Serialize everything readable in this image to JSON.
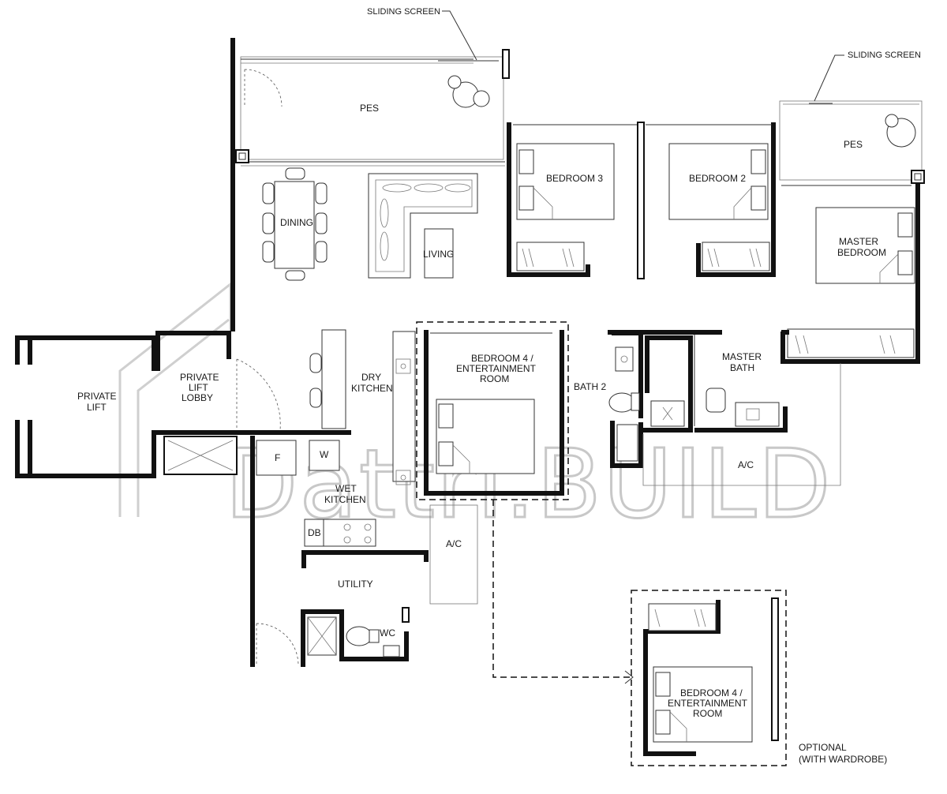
{
  "labels": {
    "sliding_screen_top": "SLIDING SCREEN",
    "sliding_screen_right": "SLIDING SCREEN",
    "pes_main": "PES",
    "pes_master": "PES",
    "dining": "DINING",
    "living": "LIVING",
    "bedroom3": "BEDROOM 3",
    "bedroom2": "BEDROOM 2",
    "master_bedroom": [
      "MASTER",
      "BEDROOM"
    ],
    "private_lift": [
      "PRIVATE",
      "LIFT"
    ],
    "private_lift_lobby": [
      "PRIVATE",
      "LIFT",
      "LOBBY"
    ],
    "dry_kitchen": [
      "DRY",
      "KITCHEN"
    ],
    "bedroom4": [
      "BEDROOM 4 /",
      "ENTERTAINMENT",
      "ROOM"
    ],
    "bath2": "BATH 2",
    "master_bath": [
      "MASTER",
      "BATH"
    ],
    "fridge": "F",
    "washer": "W",
    "wet_kitchen": [
      "WET",
      "KITCHEN"
    ],
    "ac_center": "A/C",
    "ac_right": "A/C",
    "db": "DB",
    "utility": "UTILITY",
    "wc": "WC",
    "bedroom4_optional": [
      "BEDROOM 4 /",
      "ENTERTAINMENT",
      "ROOM"
    ],
    "optional_note": [
      "OPTIONAL",
      "(WITH WARDROBE)"
    ]
  },
  "watermark": "Dattri.BUILD"
}
